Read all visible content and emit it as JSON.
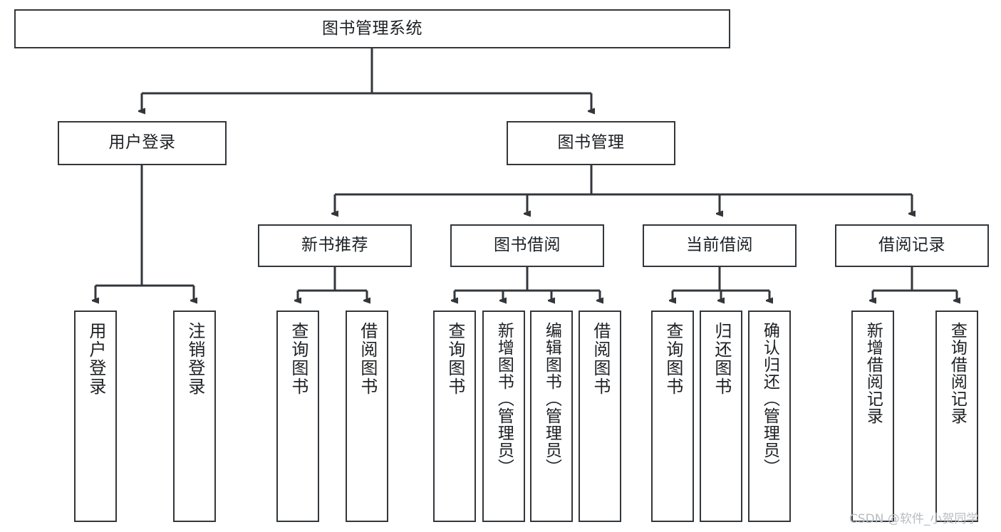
{
  "diagram": {
    "title": "图书管理系统",
    "watermark": "CSDN @软件_小贺同学",
    "line_color": "#33373b",
    "box_fill": "#ffffff",
    "text_color": "#1d2023",
    "watermark_color": "#b9bcc0"
  },
  "nodes": {
    "root": {
      "label": "图书管理系统"
    },
    "level2": [
      {
        "label": "用户登录"
      },
      {
        "label": "图书管理"
      }
    ],
    "level3": [
      {
        "label": "新书推荐"
      },
      {
        "label": "图书借阅"
      },
      {
        "label": "当前借阅"
      },
      {
        "label": "借阅记录"
      }
    ],
    "leaves": {
      "user_login": [
        {
          "label": "用户登录"
        },
        {
          "label": "注销登录"
        }
      ],
      "new_book_recommend": [
        {
          "label": "查询图书"
        },
        {
          "label": "借阅图书"
        }
      ],
      "book_borrow": [
        {
          "label": "查询图书"
        },
        {
          "label": "新增图书（管理员）"
        },
        {
          "label": "编辑图书（管理员）"
        },
        {
          "label": "借阅图书"
        }
      ],
      "current_borrow": [
        {
          "label": "查询图书"
        },
        {
          "label": "归还图书"
        },
        {
          "label": "确认归还（管理员）"
        }
      ],
      "borrow_record": [
        {
          "label": "新增借阅记录"
        },
        {
          "label": "查询借阅记录"
        }
      ]
    }
  }
}
